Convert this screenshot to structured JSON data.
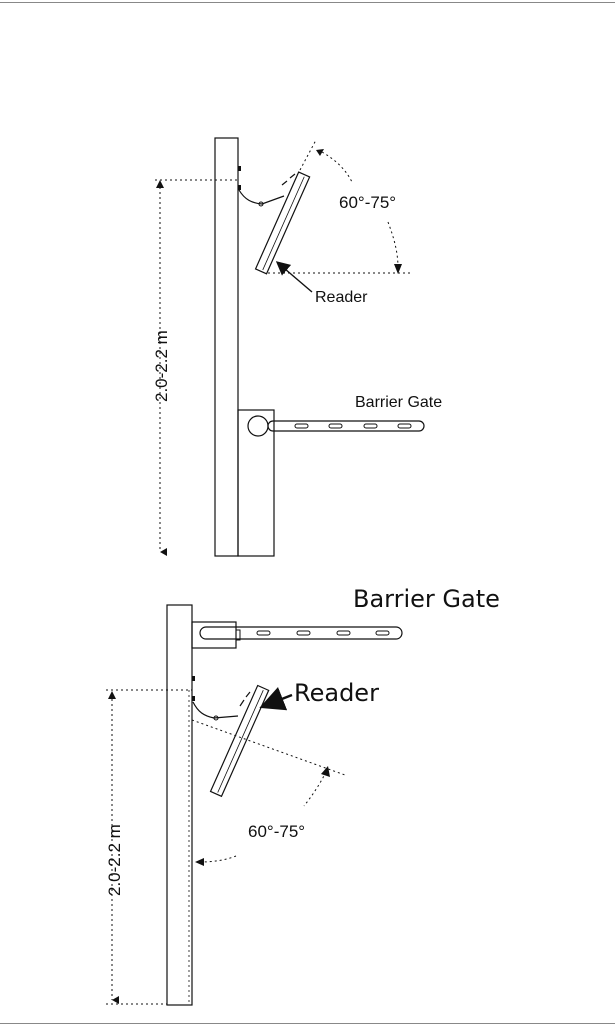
{
  "diagram_top": {
    "angle_label": "60°-75°",
    "reader_label": "Reader",
    "height_label": "2.0-2.2 m",
    "gate_label": "Barrier Gate"
  },
  "diagram_bottom": {
    "gate_label": "Barrier Gate",
    "reader_label": "Reader",
    "angle_label": "60°-75°",
    "height_label": "2.0-2.2 m"
  }
}
